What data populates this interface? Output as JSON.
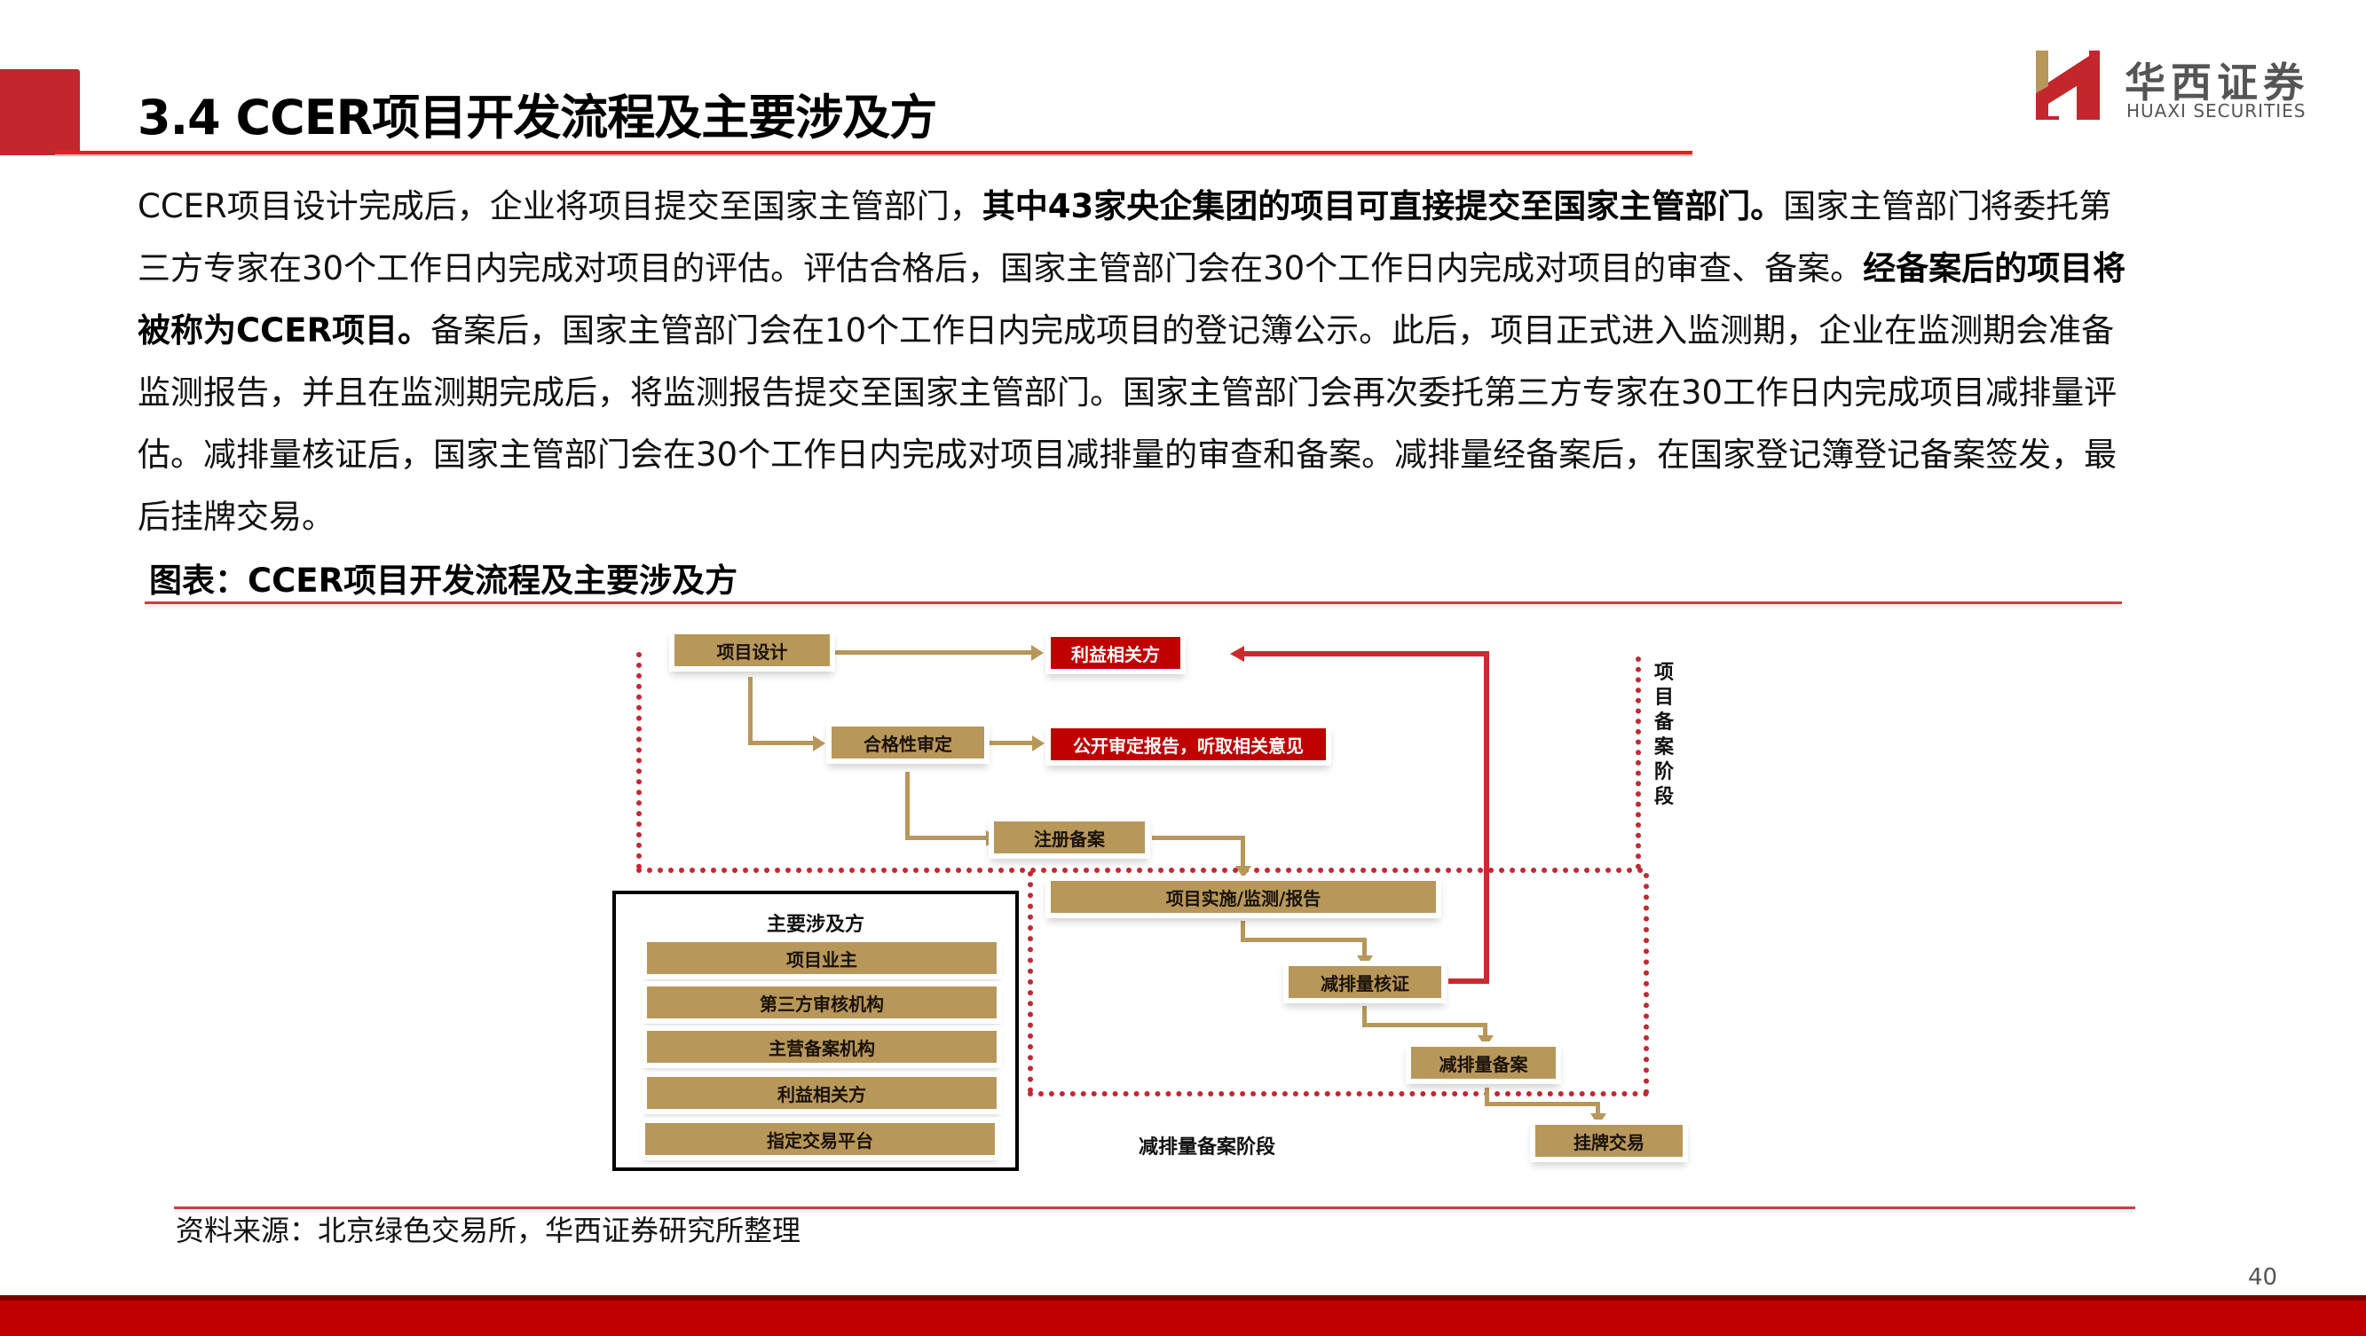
{
  "header": {
    "title": "3.4 CCER项目开发流程及主要涉及方",
    "accent_color": "#c3272b"
  },
  "logo": {
    "name_cn": "华西证券",
    "name_en": "HUAXI SECURITIES"
  },
  "body": {
    "segments": [
      {
        "text": "CCER项目设计完成后，企业将项目提交至国家主管部门，",
        "bold": false
      },
      {
        "text": "其中43家央企集团的项目可直接提交至国家主管部门。",
        "bold": true
      },
      {
        "text": "国家主管部门将委托第三方专家在30个工作日内完成对项目的评估。评估合格后，国家主管部门会在30个工作日内完成对项目的审查、备案。",
        "bold": false
      },
      {
        "text": "经备案后的项目将被称为CCER项目。",
        "bold": true
      },
      {
        "text": "备案后，国家主管部门会在10个工作日内完成项目的登记簿公示。此后，项目正式进入监测期，企业在监测期会准备监测报告，并且在监测期完成后，将监测报告提交至国家主管部门。国家主管部门会再次委托第三方专家在30工作日内完成项目减排量评估。减排量核证后，国家主管部门会在30个工作日内完成对项目减排量的审查和备案。减排量经备案后，在国家登记簿登记备案签发，最后挂牌交易。",
        "bold": false
      }
    ]
  },
  "figure": {
    "caption": "图表：CCER项目开发流程及主要涉及方",
    "nodes": {
      "project_design": "项目设计",
      "stakeholders": "利益相关方",
      "eligibility_review": "合格性审定",
      "public_report": "公开审定报告，听取相关意见",
      "registration": "注册备案",
      "implementation": "项目实施/监测/报告",
      "verification": "减排量核证",
      "reduction_filing": "减排量备案",
      "listing_trading": "挂牌交易"
    },
    "stage_labels": {
      "project_filing_stage": "项目备案阶段",
      "reduction_filing_stage": "减排量备案阶段"
    },
    "parties": {
      "title": "主要涉及方",
      "items": [
        "项目业主",
        "第三方审核机构",
        "主营备案机构",
        "利益相关方",
        "指定交易平台"
      ]
    },
    "colors": {
      "gold": "#b8975a",
      "red_box": "#c00000",
      "red_line": "#cc2a2e",
      "dotted_border": "#c8262e"
    }
  },
  "footer": {
    "source": "资料来源：北京绿色交易所，华西证券研究所整理",
    "page_number": "40",
    "bar_color": "#c00000"
  }
}
